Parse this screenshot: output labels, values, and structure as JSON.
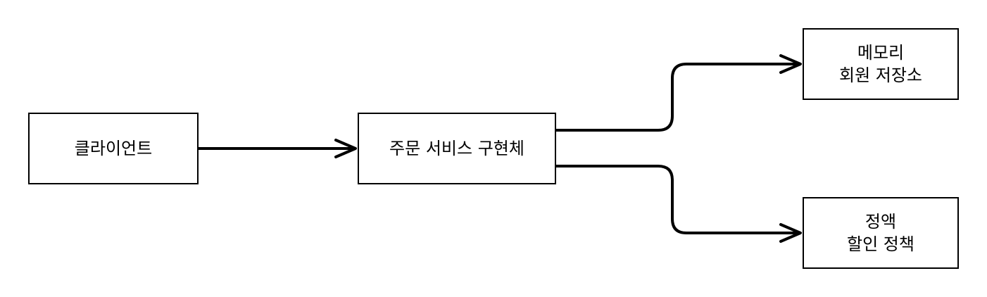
{
  "diagram": {
    "nodes": {
      "client": {
        "label": "클라이언트"
      },
      "order_service": {
        "label": "주문 서비스 구현체"
      },
      "memory_repo": {
        "label_line1": "메모리",
        "label_line2": "회원 저장소"
      },
      "discount_policy": {
        "label_line1": "정액",
        "label_line2": "할인 정책"
      }
    },
    "edges": [
      {
        "from": "client",
        "to": "order_service"
      },
      {
        "from": "order_service",
        "to": "memory_repo"
      },
      {
        "from": "order_service",
        "to": "discount_policy"
      }
    ]
  }
}
